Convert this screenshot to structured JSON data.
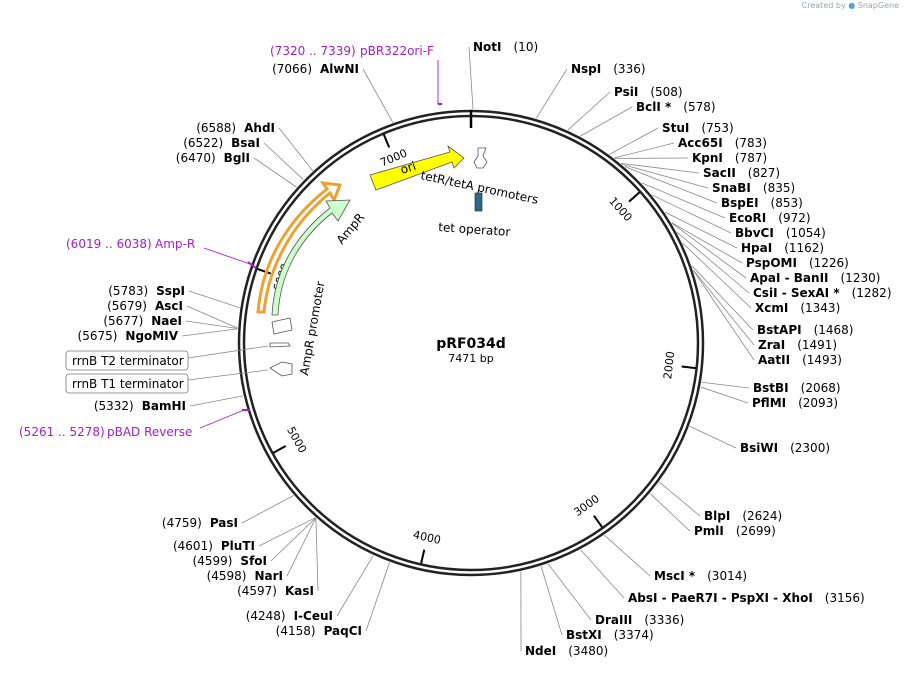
{
  "credit": {
    "prefix": "Created by",
    "brand": "SnapGene"
  },
  "plasmid": {
    "name": "pRF034d",
    "length": "7471 bp"
  },
  "ticks": [
    "1000",
    "2000",
    "3000",
    "4000",
    "5000",
    "6000",
    "7000"
  ],
  "enzymes_right": [
    {
      "name": "NotI",
      "pos": "(10)"
    },
    {
      "name": "NspI",
      "pos": "(336)"
    },
    {
      "name": "PsiI",
      "pos": "(508)"
    },
    {
      "name": "BclI *",
      "pos": "(578)"
    },
    {
      "name": "StuI",
      "pos": "(753)"
    },
    {
      "name": "Acc65I",
      "pos": "(783)"
    },
    {
      "name": "KpnI",
      "pos": "(787)"
    },
    {
      "name": "SacII",
      "pos": "(827)"
    },
    {
      "name": "SnaBI",
      "pos": "(835)"
    },
    {
      "name": "BspEI",
      "pos": "(853)"
    },
    {
      "name": "EcoRI",
      "pos": "(972)"
    },
    {
      "name": "BbvCI",
      "pos": "(1054)"
    },
    {
      "name": "HpaI",
      "pos": "(1162)"
    },
    {
      "name": "PspOMI",
      "pos": "(1226)"
    },
    {
      "name": "ApaI - BanII",
      "pos": "(1230)"
    },
    {
      "name": "CsiI - SexAI *",
      "pos": "(1282)"
    },
    {
      "name": "XcmI",
      "pos": "(1343)"
    },
    {
      "name": "BstAPI",
      "pos": "(1468)"
    },
    {
      "name": "ZraI",
      "pos": "(1491)"
    },
    {
      "name": "AatII",
      "pos": "(1493)"
    },
    {
      "name": "BstBI",
      "pos": "(2068)"
    },
    {
      "name": "PflMI",
      "pos": "(2093)"
    },
    {
      "name": "BsiWI",
      "pos": "(2300)"
    },
    {
      "name": "BlpI",
      "pos": "(2624)"
    },
    {
      "name": "PmlI",
      "pos": "(2699)"
    },
    {
      "name": "MscI *",
      "pos": "(3014)"
    },
    {
      "name": "AbsI - PaeR7I - PspXI - XhoI",
      "pos": "(3156)"
    },
    {
      "name": "DraIII",
      "pos": "(3336)"
    },
    {
      "name": "BstXI",
      "pos": "(3374)"
    },
    {
      "name": "NdeI",
      "pos": "(3480)"
    }
  ],
  "enzymes_left": [
    {
      "name": "PaqCI",
      "pos": "(4158)"
    },
    {
      "name": "I-CeuI",
      "pos": "(4248)"
    },
    {
      "name": "KasI",
      "pos": "(4597)"
    },
    {
      "name": "NarI",
      "pos": "(4598)"
    },
    {
      "name": "SfoI",
      "pos": "(4599)"
    },
    {
      "name": "PluTI",
      "pos": "(4601)"
    },
    {
      "name": "PasI",
      "pos": "(4759)"
    },
    {
      "name": "BamHI",
      "pos": "(5332)"
    },
    {
      "name": "NgoMIV",
      "pos": "(5675)"
    },
    {
      "name": "NaeI",
      "pos": "(5677)"
    },
    {
      "name": "AscI",
      "pos": "(5679)"
    },
    {
      "name": "SspI",
      "pos": "(5783)"
    },
    {
      "name": "BglI",
      "pos": "(6470)"
    },
    {
      "name": "BsaI",
      "pos": "(6522)"
    },
    {
      "name": "AhdI",
      "pos": "(6588)"
    },
    {
      "name": "AlwNI",
      "pos": "(7066)"
    }
  ],
  "primers": [
    {
      "range": "(7320 .. 7339)",
      "name": "pBR322ori-F"
    },
    {
      "range": "(6019 .. 6038)",
      "name": "Amp-R"
    },
    {
      "range": "(5261 .. 5278)",
      "name": "pBAD Reverse"
    }
  ],
  "features": {
    "ori": "ori",
    "promoters": "tetR/tetA promoters",
    "operator": "tet operator",
    "ampr": "AmpR",
    "ampr_promoter": "AmpR promoter",
    "term_t2": "rrnB T2 terminator",
    "term_t1": "rrnB T1 terminator"
  },
  "colors": {
    "backbone": "#222222",
    "ori": "#ffff00",
    "ampr": "#ccffcc",
    "highlight": "#f0a030",
    "primer": "#a020c8",
    "operator": "#2a6a8a"
  }
}
